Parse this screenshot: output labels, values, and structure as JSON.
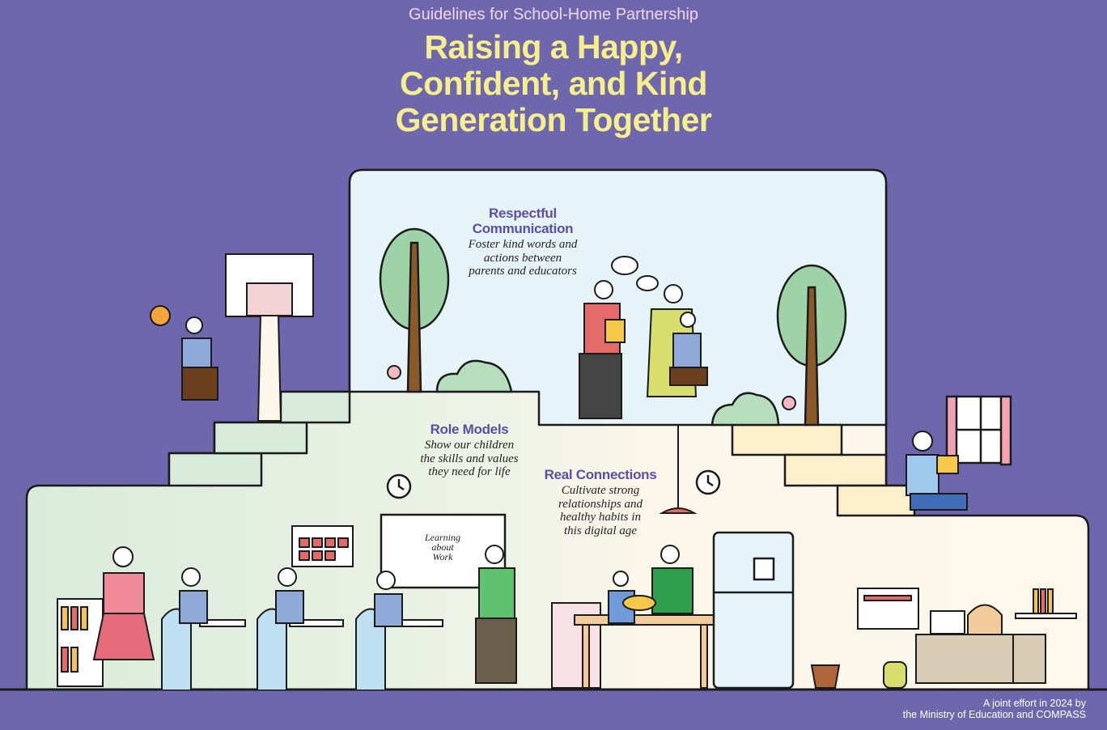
{
  "header": {
    "subtitle": "Guidelines for School-Home Partnership",
    "title_lines": [
      "Raising a Happy,",
      "Confident, and Kind",
      "Generation Together"
    ]
  },
  "sections": [
    {
      "heading_lines": [
        "Respectful",
        "Communication"
      ],
      "description_lines": [
        "Foster kind words and",
        "actions between",
        "parents and educators"
      ]
    },
    {
      "heading_lines": [
        "Role Models"
      ],
      "description_lines": [
        "Show our children",
        "the skills and values",
        "they need for life"
      ]
    },
    {
      "heading_lines": [
        "Real Connections"
      ],
      "description_lines": [
        "Cultivate strong",
        "relationships and",
        "healthy habits in",
        "this digital age"
      ]
    }
  ],
  "whiteboard": {
    "lines": [
      "Learning",
      "about",
      "Work"
    ]
  },
  "footer": {
    "credit_lines": [
      "A joint effort in 2024 by",
      "the Ministry of Education and COMPASS"
    ]
  },
  "colors": {
    "background": "#6E67AE",
    "title": "#F6EE8C",
    "heading": "#5A4FA6"
  }
}
